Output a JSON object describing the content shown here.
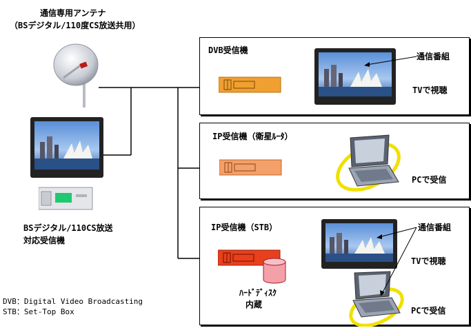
{
  "antenna": {
    "title_line1": "通信専用アンテナ",
    "title_line2": "（BSデジタル/110度CS放送共用）"
  },
  "home_receiver": {
    "label_line1": "BSデジタル/110CS放送",
    "label_line2": "対応受信機"
  },
  "panels": [
    {
      "title": "DVB受信機",
      "label_top": "通信番組",
      "label_bottom": "TVで視聴"
    },
    {
      "title": "IP受信機（衛星ﾙｰﾀ）",
      "label_bottom": "PCで受信"
    },
    {
      "title": "IP受信機（STB）",
      "label_top": "通信番組",
      "label_mid": "TVで視聴",
      "label_bottom": "PCで受信",
      "hdd_line1": "ﾊｰﾄﾞﾃﾞｨｽｸ",
      "hdd_line2": "内蔵"
    }
  ],
  "notes": {
    "line1": "DVB：Digital Video Broadcasting",
    "line2": "STB：Set-Top Box"
  },
  "colors": {
    "dvb_box": "#f0a030",
    "ip_box": "#f4a06a",
    "stb_box": "#e8401c",
    "hdd": "#f4a0a8",
    "pc_ring": "#f0e000"
  }
}
